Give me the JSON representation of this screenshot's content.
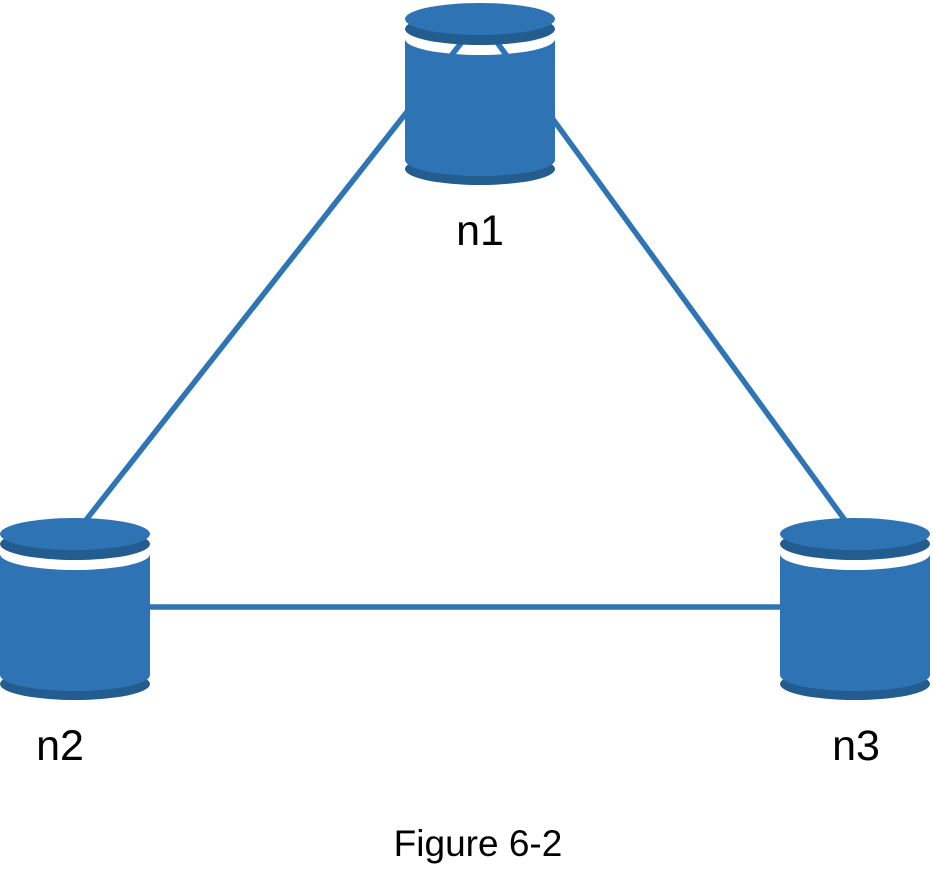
{
  "diagram": {
    "type": "network-topology",
    "caption": "Figure 6-2",
    "node_icon": "database-cylinder",
    "nodes": [
      {
        "id": "n1",
        "label": "n1",
        "position": "top-center"
      },
      {
        "id": "n2",
        "label": "n2",
        "position": "bottom-left"
      },
      {
        "id": "n3",
        "label": "n3",
        "position": "bottom-right"
      }
    ],
    "edges": [
      {
        "from": "n1",
        "to": "n2"
      },
      {
        "from": "n1",
        "to": "n3"
      },
      {
        "from": "n2",
        "to": "n3"
      }
    ]
  },
  "colors": {
    "primary": "#2E74B5",
    "shade": "#235C8F",
    "edge": "#2E75B6",
    "text": "#000000",
    "background": "#FFFFFF"
  }
}
